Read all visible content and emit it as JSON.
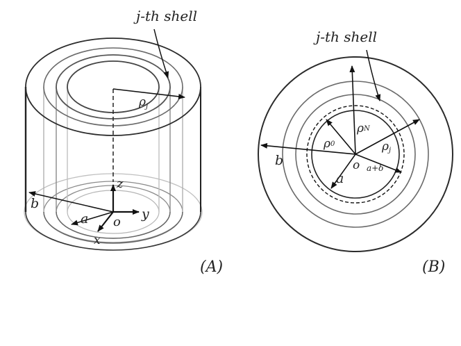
{
  "panel_a": {
    "shell_label": "j-th shell",
    "rho": "ρ",
    "rho_sub": "j",
    "axis_z": "z",
    "axis_y": "y",
    "axis_x": "x",
    "origin": "o",
    "label_a": "a",
    "label_b": "b",
    "caption": "(A)"
  },
  "panel_b": {
    "shell_label": "j-th shell",
    "rho": "ρ",
    "rho_n_sub": "N",
    "rho_0_sub": "0",
    "rho_j_sub": "j",
    "origin": "o",
    "label_a": "a",
    "label_b": "b",
    "label_a_delta": "a+δ",
    "caption": "(B)"
  },
  "colors": {
    "outer": "#2b2b2b",
    "middle": "#6a6a6a",
    "inner": "#9a9a9a",
    "arrow": "#111111"
  }
}
